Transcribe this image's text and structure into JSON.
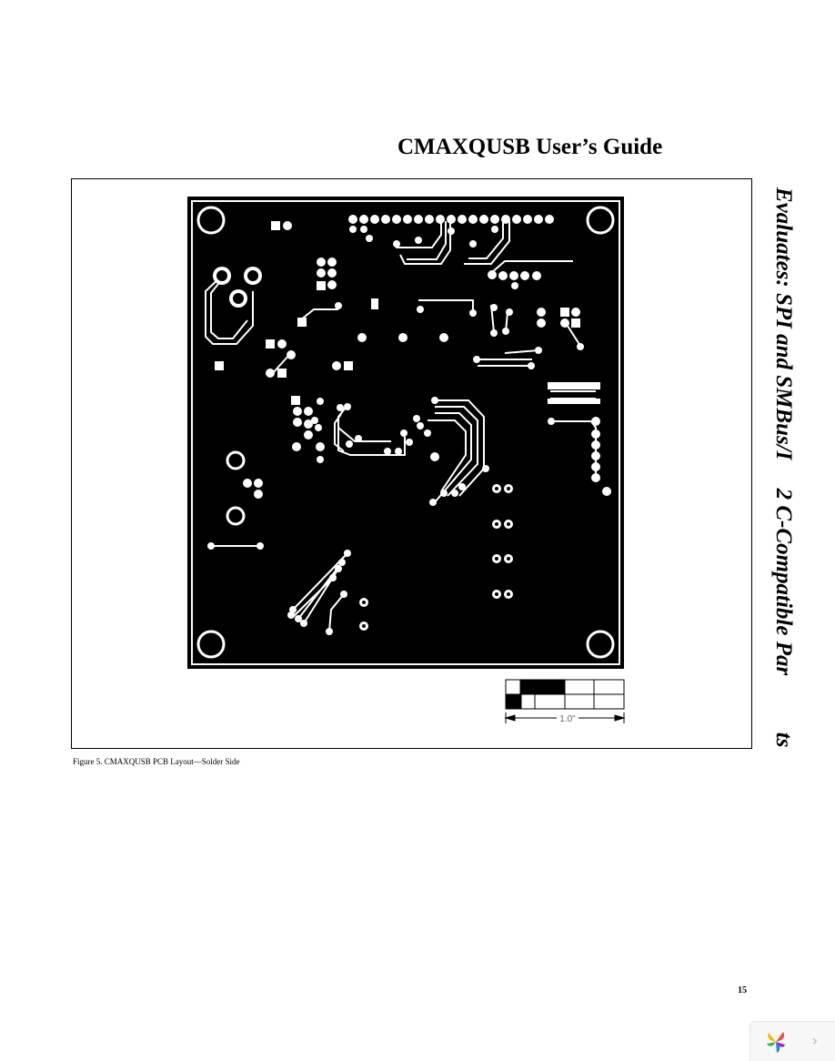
{
  "header": {
    "title": "CMAXQUSB User’s Guide"
  },
  "side_banner": {
    "text": "Evaluates: SPI and SMBus/I     2 C-Compatible Par          ts"
  },
  "figure": {
    "caption": "Figure 5. CMAXQUSB PCB Layout—Solder Side",
    "scale_label": "1.0\""
  },
  "footer": {
    "page_number": "15"
  },
  "viewer": {
    "next_icon": "›"
  },
  "colors": {
    "board": "#000000",
    "copper_gap": "#ffffff",
    "page": "#ffffff"
  }
}
